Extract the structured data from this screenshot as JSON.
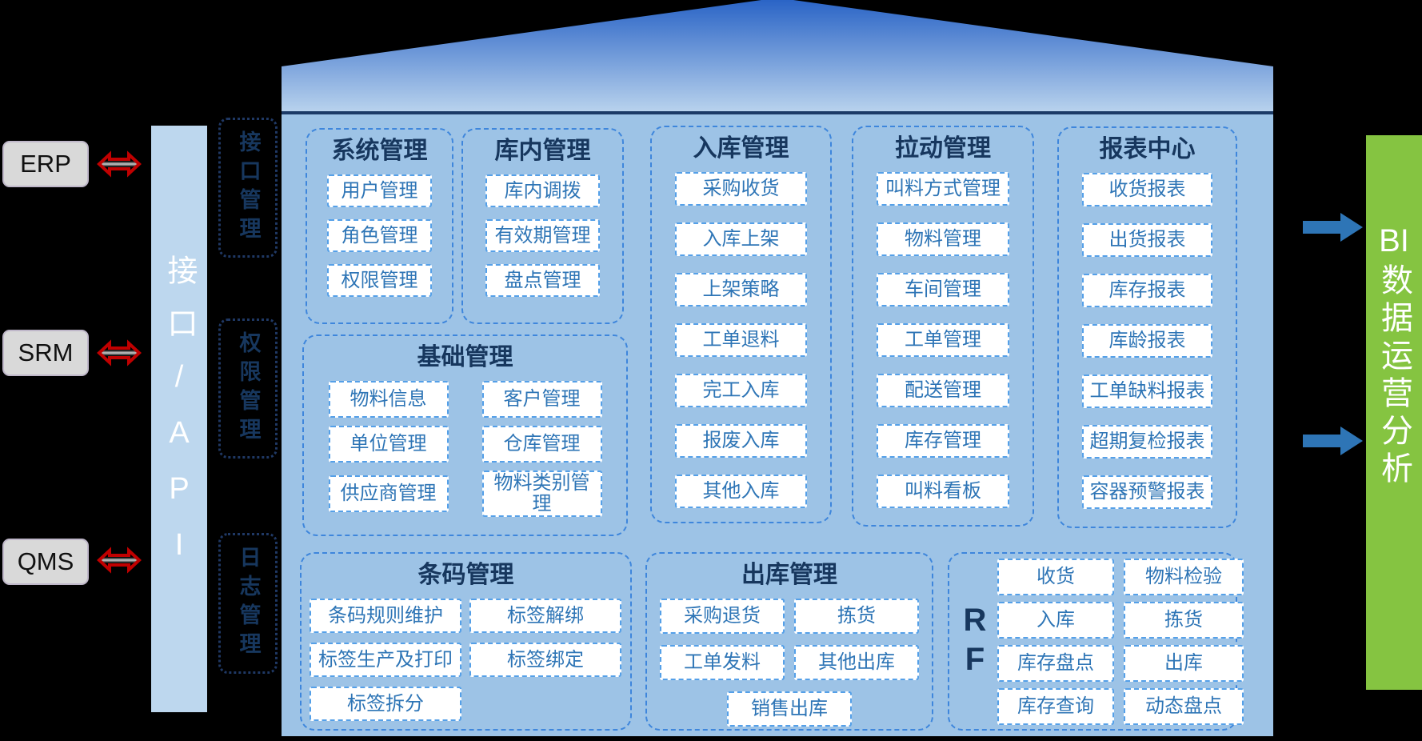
{
  "colors": {
    "canvas-bg": "#000000",
    "body-blue": "#9DC3E6",
    "roof-top": "#2A64C6",
    "roof-bottom": "#BCD5EE",
    "eave-navy": "#1B3A66",
    "api-bar-blue": "#BDD7EE",
    "navy-text": "#17375E",
    "item-blue": "#2E75B6",
    "group-dash-blue": "#3E86DC",
    "item-dash-blue": "#55A0E8",
    "side-dash-navy": "#1F3864",
    "external-gray": "#D9D9D9",
    "red-arrow": "#C00000",
    "bi-green": "#85C441",
    "blue-arrow": "#2E75B6",
    "white": "#FFFFFF"
  },
  "external_systems": [
    "ERP",
    "SRM",
    "QMS"
  ],
  "api_bar": {
    "label": "接口/API"
  },
  "side_modules": [
    "接口管理",
    "权限管理",
    "日志管理"
  ],
  "groups": {
    "system": {
      "title": "系统管理",
      "items": [
        "用户管理",
        "角色管理",
        "权限管理"
      ]
    },
    "in_warehouse": {
      "title": "库内管理",
      "items": [
        "库内调拨",
        "有效期管理",
        "盘点管理"
      ]
    },
    "inbound": {
      "title": "入库管理",
      "items": [
        "采购收货",
        "入库上架",
        "上架策略",
        "工单退料",
        "完工入库",
        "报废入库",
        "其他入库"
      ]
    },
    "pull": {
      "title": "拉动管理",
      "items": [
        "叫料方式管理",
        "物料管理",
        "车间管理",
        "工单管理",
        "配送管理",
        "库存管理",
        "叫料看板"
      ]
    },
    "report": {
      "title": "报表中心",
      "items": [
        "收货报表",
        "出货报表",
        "库存报表",
        "库龄报表",
        "工单缺料报表",
        "超期复检报表",
        "容器预警报表"
      ]
    },
    "basic": {
      "title": "基础管理",
      "items": [
        "物料信息",
        "客户管理",
        "单位管理",
        "仓库管理",
        "供应商管理",
        "物料类别管理"
      ]
    },
    "barcode": {
      "title": "条码管理",
      "items": [
        "条码规则维护",
        "标签解绑",
        "标签生产及打印",
        "标签绑定",
        "标签拆分"
      ]
    },
    "outbound": {
      "title": "出库管理",
      "items": [
        "采购退货",
        "拣货",
        "工单发料",
        "其他出库",
        "销售出库"
      ]
    },
    "rf": {
      "title": "RF",
      "items": [
        "收货",
        "物料检验",
        "入库",
        "拣货",
        "库存盘点",
        "出库",
        "库存查询",
        "动态盘点"
      ]
    }
  },
  "bi_bar": {
    "line1": "BI",
    "rest": "数据运营分析"
  }
}
